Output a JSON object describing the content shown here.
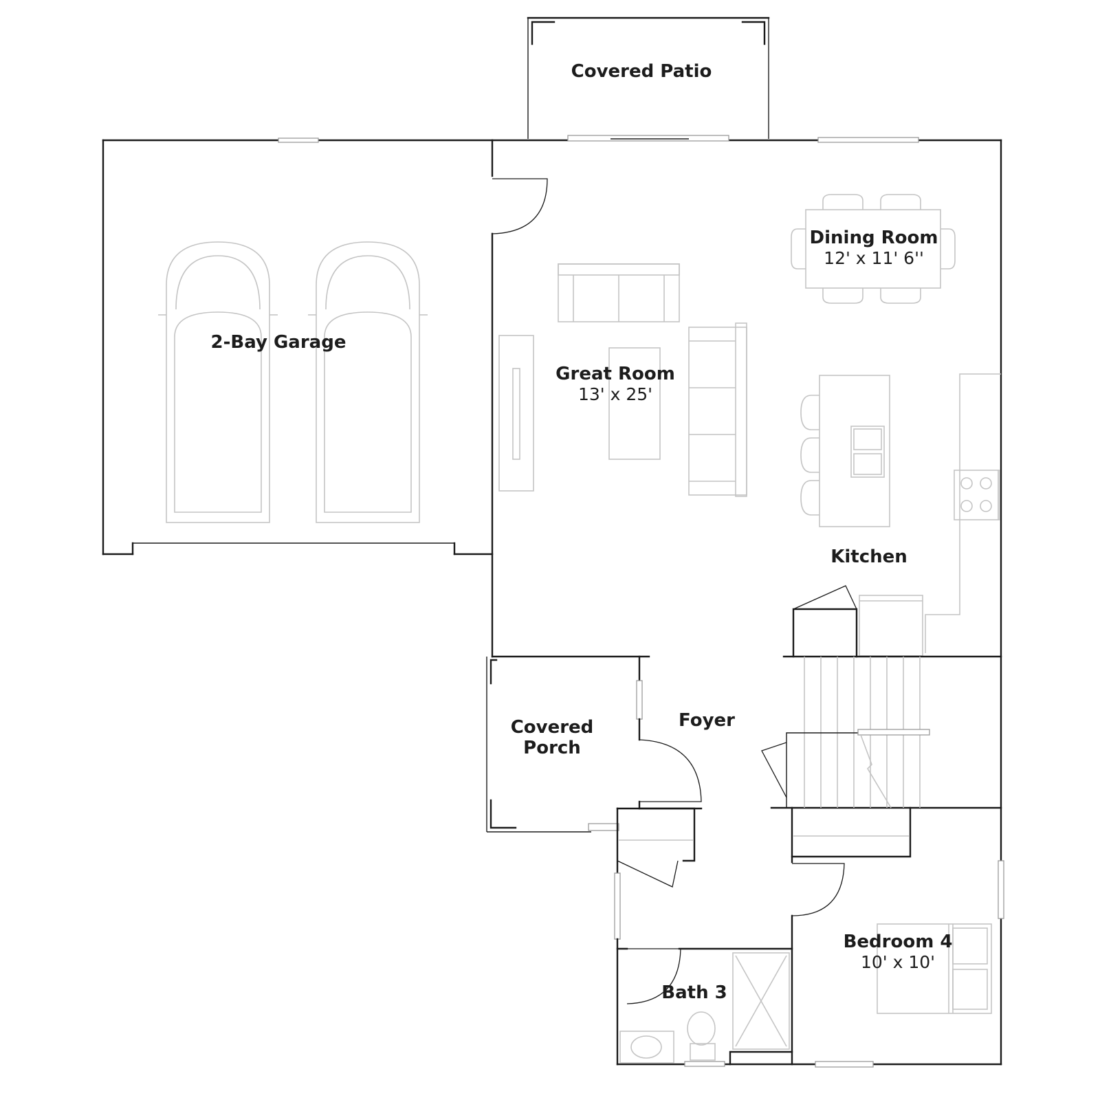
{
  "rooms": {
    "covered_patio": {
      "name": "Covered Patio"
    },
    "garage": {
      "name": "2-Bay Garage"
    },
    "dining_room": {
      "name": "Dining Room",
      "dimensions": "12' x 11' 6''"
    },
    "great_room": {
      "name": "Great Room",
      "dimensions": "13' x 25'"
    },
    "kitchen": {
      "name": "Kitchen"
    },
    "covered_porch": {
      "name_line1": "Covered",
      "name_line2": "Porch"
    },
    "foyer": {
      "name": "Foyer"
    },
    "bedroom_4": {
      "name": "Bedroom 4",
      "dimensions": "10' x 10'"
    },
    "bath_3": {
      "name": "Bath 3"
    }
  },
  "colors": {
    "wall": "#1a1a1a",
    "furniture": "#c4c4c4",
    "background": "#ffffff"
  }
}
